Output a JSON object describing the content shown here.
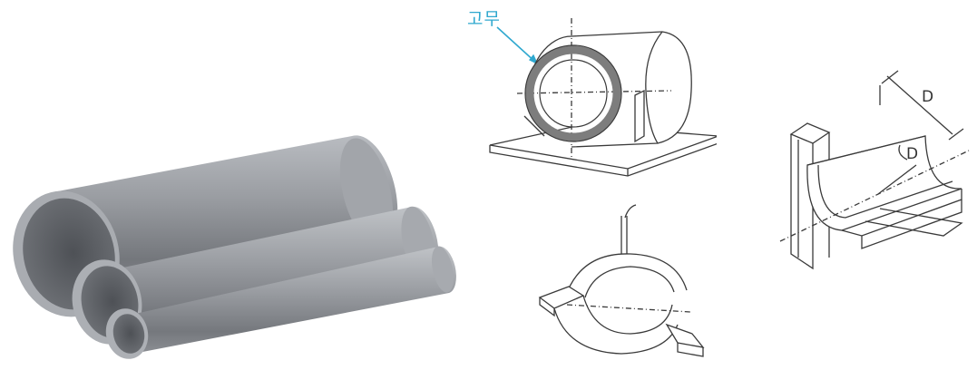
{
  "annotations": {
    "rubber_label": "고무",
    "diameter_label_outer": "D",
    "diameter_label_inner": "D"
  },
  "colors": {
    "pipe_gray": "#8e9196",
    "pipe_inner": "#5e6166",
    "rubber_ring": "#7d7d7d",
    "label_blue": "#2fa8cf",
    "line_art": "#3a3a3a"
  },
  "icons": {
    "pipes_photo": "pvc-pipes-image",
    "clamp_with_rubber": "pipe-clamp-rubber-drawing",
    "split_clamp": "split-pipe-clamp-drawing",
    "saddle_support": "pipe-saddle-support-drawing"
  }
}
